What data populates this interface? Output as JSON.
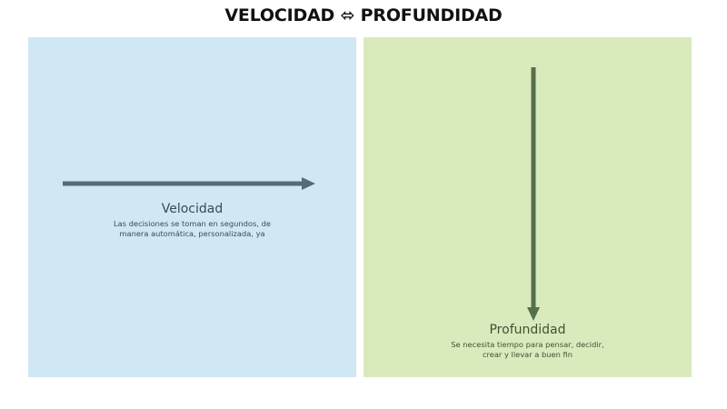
{
  "title": "VELOCIDAD ⬄ PROFUNDIDAD",
  "colors": {
    "left_panel": "#d0e7f4",
    "right_panel": "#d9eabd",
    "left_arrow": "#566b78",
    "right_arrow": "#56704a"
  },
  "velocidad": {
    "heading": "Velocidad",
    "description": "Las decisiones se toman en segundos, de manera automática, personalizada, ya"
  },
  "profundidad": {
    "heading": "Profundidad",
    "description": "Se necesita tiempo para pensar, decidir, crear y llevar a buen fin"
  }
}
